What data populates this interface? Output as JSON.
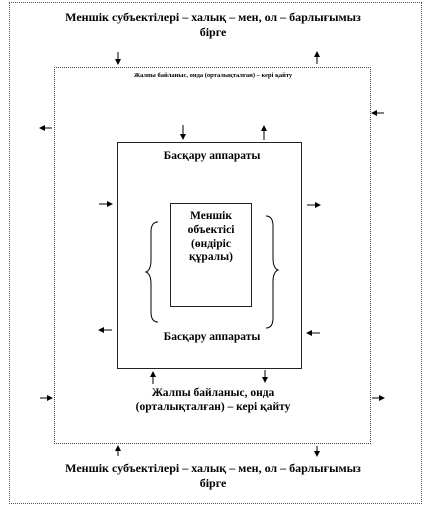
{
  "outer_top_label": "Меншік субъектілері – халық – мен, ол – барлығымыз бірге",
  "outer_bottom_label": "Меншік субъектілері – халық – мен, ол – барлығымыз бірге",
  "mid_top_label": "Жалпы байланыс, онда (орталықталған) – кері қайту",
  "mid_bottom_label": "Жалпы байланыс, онда (орталықталған) – кері қайту",
  "inner_top_label": "Басқару аппараты",
  "inner_bottom_label": "Басқару аппараты",
  "core_label": "Меншік объектісі (өндіріс құралы)"
}
